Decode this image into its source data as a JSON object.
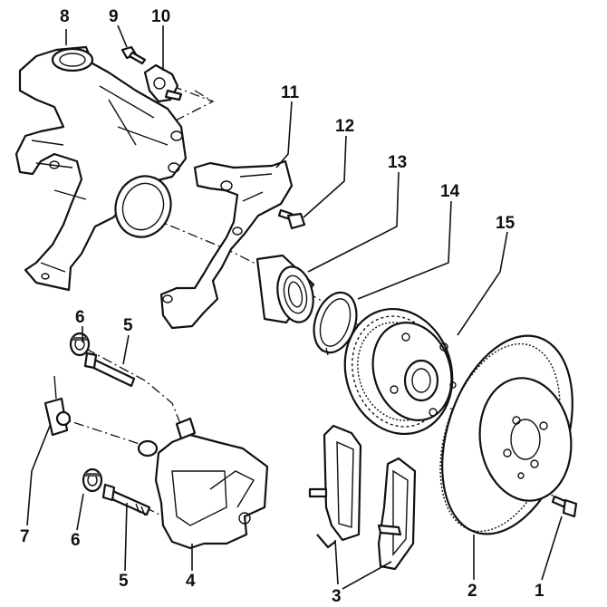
{
  "diagram": {
    "callouts": [
      {
        "id": "1",
        "text": "1"
      },
      {
        "id": "2",
        "text": "2"
      },
      {
        "id": "3",
        "text": "3"
      },
      {
        "id": "4",
        "text": "4"
      },
      {
        "id": "5a",
        "text": "5"
      },
      {
        "id": "5b",
        "text": "5"
      },
      {
        "id": "6a",
        "text": "6"
      },
      {
        "id": "6b",
        "text": "6"
      },
      {
        "id": "7",
        "text": "7"
      },
      {
        "id": "8",
        "text": "8"
      },
      {
        "id": "9",
        "text": "9"
      },
      {
        "id": "10",
        "text": "10"
      },
      {
        "id": "11",
        "text": "11"
      },
      {
        "id": "12",
        "text": "12"
      },
      {
        "id": "13",
        "text": "13"
      },
      {
        "id": "14",
        "text": "14"
      },
      {
        "id": "15",
        "text": "15"
      }
    ]
  }
}
